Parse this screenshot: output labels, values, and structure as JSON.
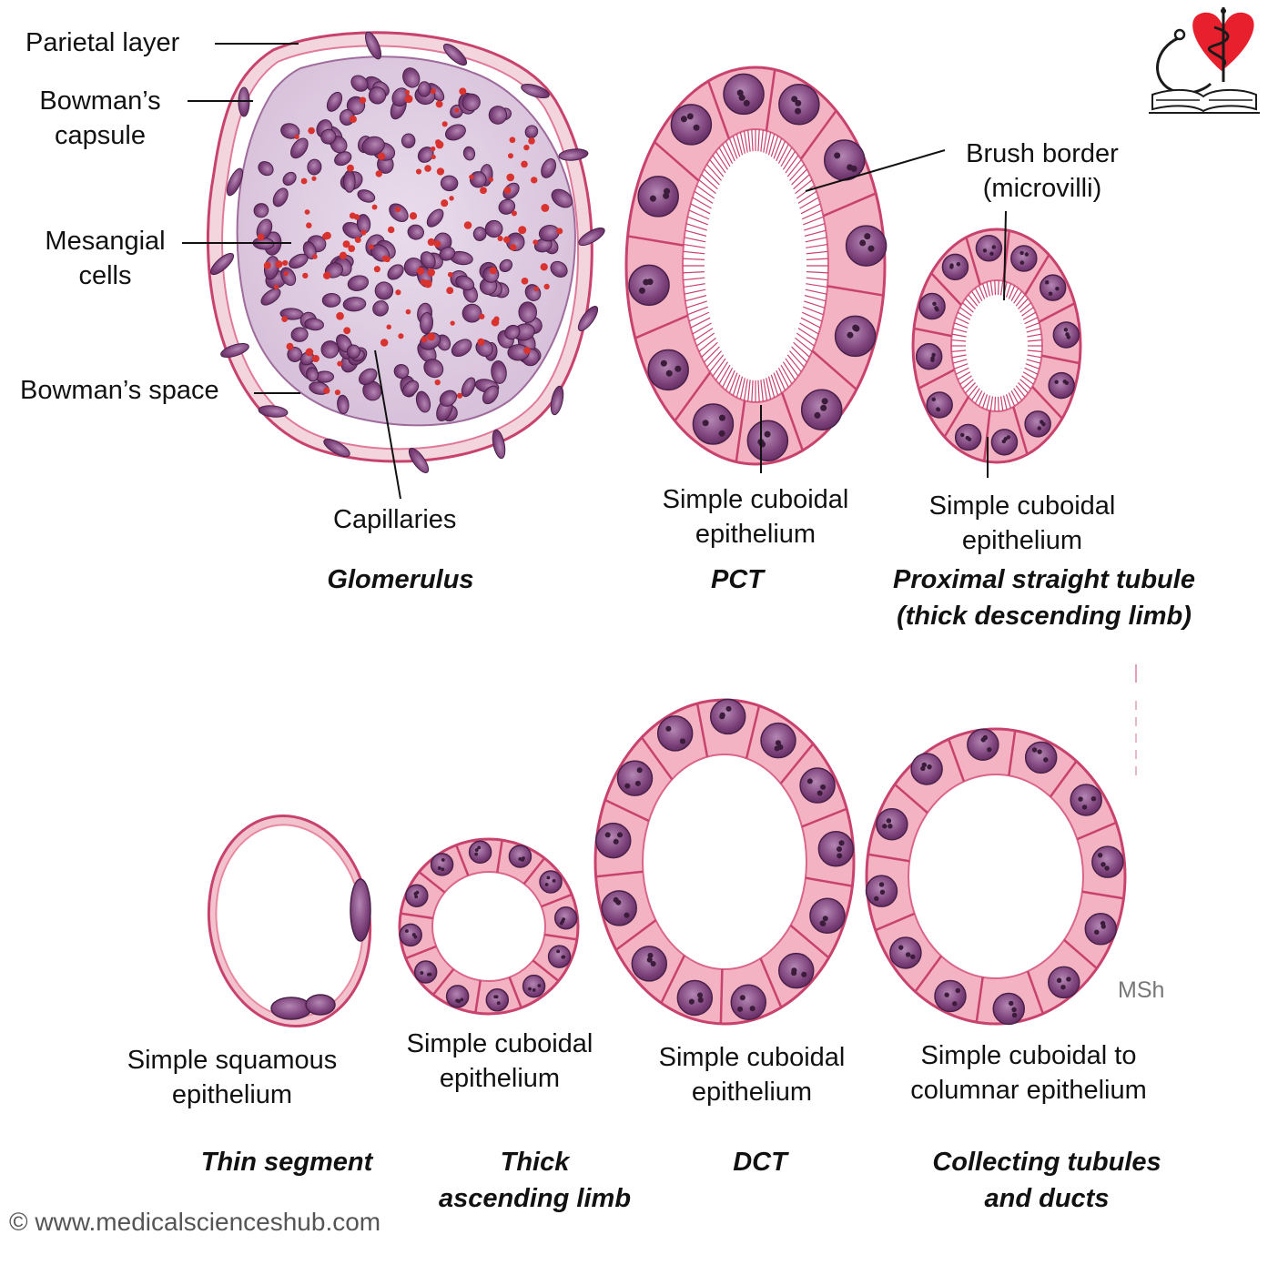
{
  "glomerulus": {
    "title": "Glomerulus",
    "labels": {
      "parietal_layer": "Parietal layer",
      "bowmans_capsule": [
        "Bowman’s",
        "capsule"
      ],
      "mesangial_cells": [
        "Mesangial",
        "cells"
      ],
      "bowmans_space": "Bowman’s space",
      "capillaries": "Capillaries"
    }
  },
  "pct": {
    "title": "PCT",
    "brush_border": [
      "Brush border",
      "(microvilli)"
    ],
    "epithelium": [
      "Simple cuboidal",
      "epithelium"
    ]
  },
  "proximal_straight": {
    "title": [
      "Proximal straight tubule",
      "(thick descending limb)"
    ],
    "epithelium": [
      "Simple cuboidal",
      "epithelium"
    ]
  },
  "thin_segment": {
    "title": "Thin segment",
    "epithelium": [
      "Simple squamous",
      "epithelium"
    ]
  },
  "thick_ascending": {
    "title": [
      "Thick",
      "ascending limb"
    ],
    "epithelium": [
      "Simple cuboidal",
      "epithelium"
    ]
  },
  "dct": {
    "title": "DCT",
    "epithelium": [
      "Simple cuboidal",
      "epithelium"
    ]
  },
  "collecting": {
    "title": [
      "Collecting tubules",
      "and ducts"
    ],
    "epithelium": [
      "Simple cuboidal to",
      "columnar epithelium"
    ]
  },
  "artist_signature": "MSh",
  "credit": "© www.medicalscienceshub.com",
  "logo": {
    "icon": "heart-caduceus-book-logo-icon"
  },
  "colors": {
    "cytoplasm": "#f4b3c3",
    "membrane": "#c8426e",
    "nucleus": "#7a3f78",
    "nucleolus": "#3b1c3a",
    "matrix": "#dcc5dd",
    "rbc": "#d8332f",
    "logo_red": "#e8202e"
  }
}
